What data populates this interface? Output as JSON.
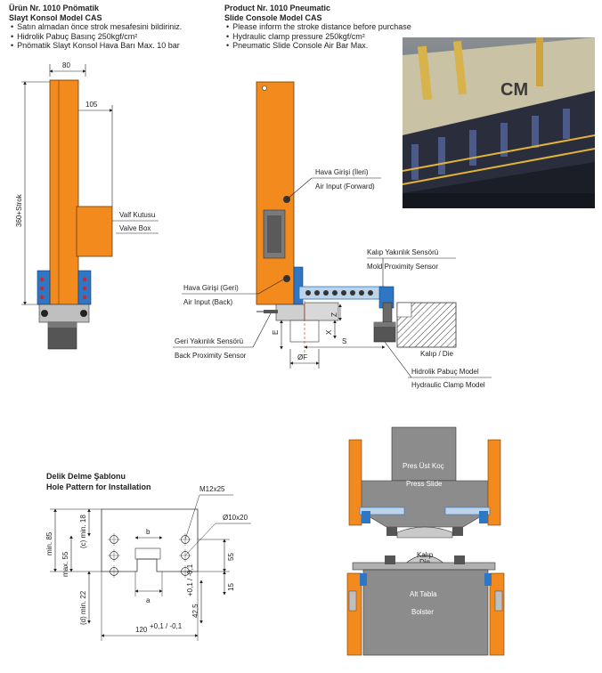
{
  "left_header": {
    "title_line1": "Ürün Nr. 1010 Pnömatik",
    "title_line2": "Slayt Konsol Model CAS",
    "bullets": [
      "Satın almadan önce strok mesafesini bildiriniz.",
      "Hidrolik Pabuç Basınç 250kgf/cm²",
      "Pnömatik Slayt Konsol Hava Barı Max. 10 bar"
    ]
  },
  "right_header": {
    "title_line1": "Product Nr. 1010 Pneumatic",
    "title_line2": "Slide Console Model CAS",
    "bullets": [
      "Please inform the stroke distance before purchase",
      "Hydraulic clamp pressure 250kgf/cm²",
      "Pneumatic Slide Console Air Bar Max."
    ]
  },
  "side_view": {
    "dim_width": "80",
    "dim_offset": "105",
    "dim_height": "360+Strok",
    "valve_label_tr": "Valf Kutusu",
    "valve_label_en": "Valve Box"
  },
  "front_view": {
    "air_forward_tr": "Hava Girişi (İleri)",
    "air_forward_en": "Air Input (Forward)",
    "mold_sensor_tr": "Kalıp Yakınlık Sensörü",
    "mold_sensor_en": "Mold Proximity Sensor",
    "air_back_tr": "Hava Girişi (Geri)",
    "air_back_en": "Air Input (Back)",
    "back_sensor_tr": "Geri Yakınlık Sensörü",
    "back_sensor_en": "Back Proximity Sensor",
    "die_label": "Kalıp / Die",
    "clamp_tr": "Hidrolik Pabuç Model",
    "clamp_en": "Hydraulic Clamp Model",
    "dim_z": "Z",
    "dim_x": "X",
    "dim_e": "E",
    "dim_s": "S",
    "dim_f": "ØF"
  },
  "hole_pattern": {
    "title_tr": "Delik Delme Şablonu",
    "title_en": "Hole Pattern for Installation",
    "thread": "M12x25",
    "hole": "Ø10x20",
    "dim_b": "b",
    "dim_a": "a",
    "dim_min85": "min. 85",
    "dim_max55": "max. 55",
    "dim_c": "(c) min. 18",
    "dim_d": "(d) min. 22",
    "dim_55": "55",
    "dim_15": "15",
    "dim_425": "42,5",
    "dim_425_tol": "+0,1 / -0,1",
    "dim_120": "120",
    "dim_120_tol": "+0,1 / -0,1"
  },
  "press_diagram": {
    "slide_tr": "Pres Üst Koç",
    "slide_en": "Press Slide",
    "die_tr": "Kalıp",
    "die_en": "Die",
    "bolster_tr": "Alt Tabla",
    "bolster_en": "Bolster"
  },
  "photo": {
    "sign_text": "CM"
  },
  "colors": {
    "orange": "#f28a1e",
    "blue": "#2f76c4",
    "gray": "#8c8c8c",
    "dark": "#2a2a2a"
  }
}
